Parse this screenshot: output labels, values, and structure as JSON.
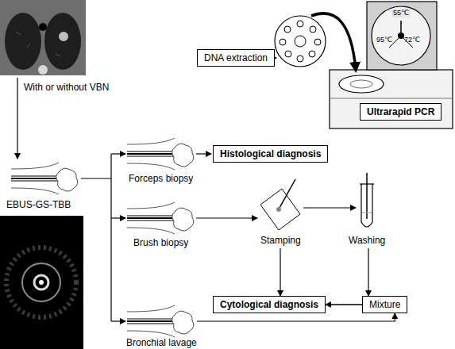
{
  "diagram": {
    "nodes": [
      {
        "text": [
          "DNA extraction"
        ]
      },
      {
        "text": [
          "Ultrarapid PCR"
        ]
      },
      {
        "text": [
          "Histological diagnosis"
        ]
      },
      {
        "text": [
          "Cytological diagnosis"
        ]
      },
      {
        "text": [
          "Mixture"
        ]
      }
    ],
    "edges": [
      {
        "from": 4,
        "to": 3,
        "arrow": "to"
      },
      {
        "from": 4,
        "to": 0,
        "arrow": "to"
      }
    ],
    "labels": [
      "With or without VBN",
      "EBUS-GS-TBB",
      "Forceps biopsy",
      "Brush biopsy",
      "Stamping",
      "Washing",
      "Bronchial lavage",
      "55℃",
      "95℃",
      "72℃"
    ]
  }
}
